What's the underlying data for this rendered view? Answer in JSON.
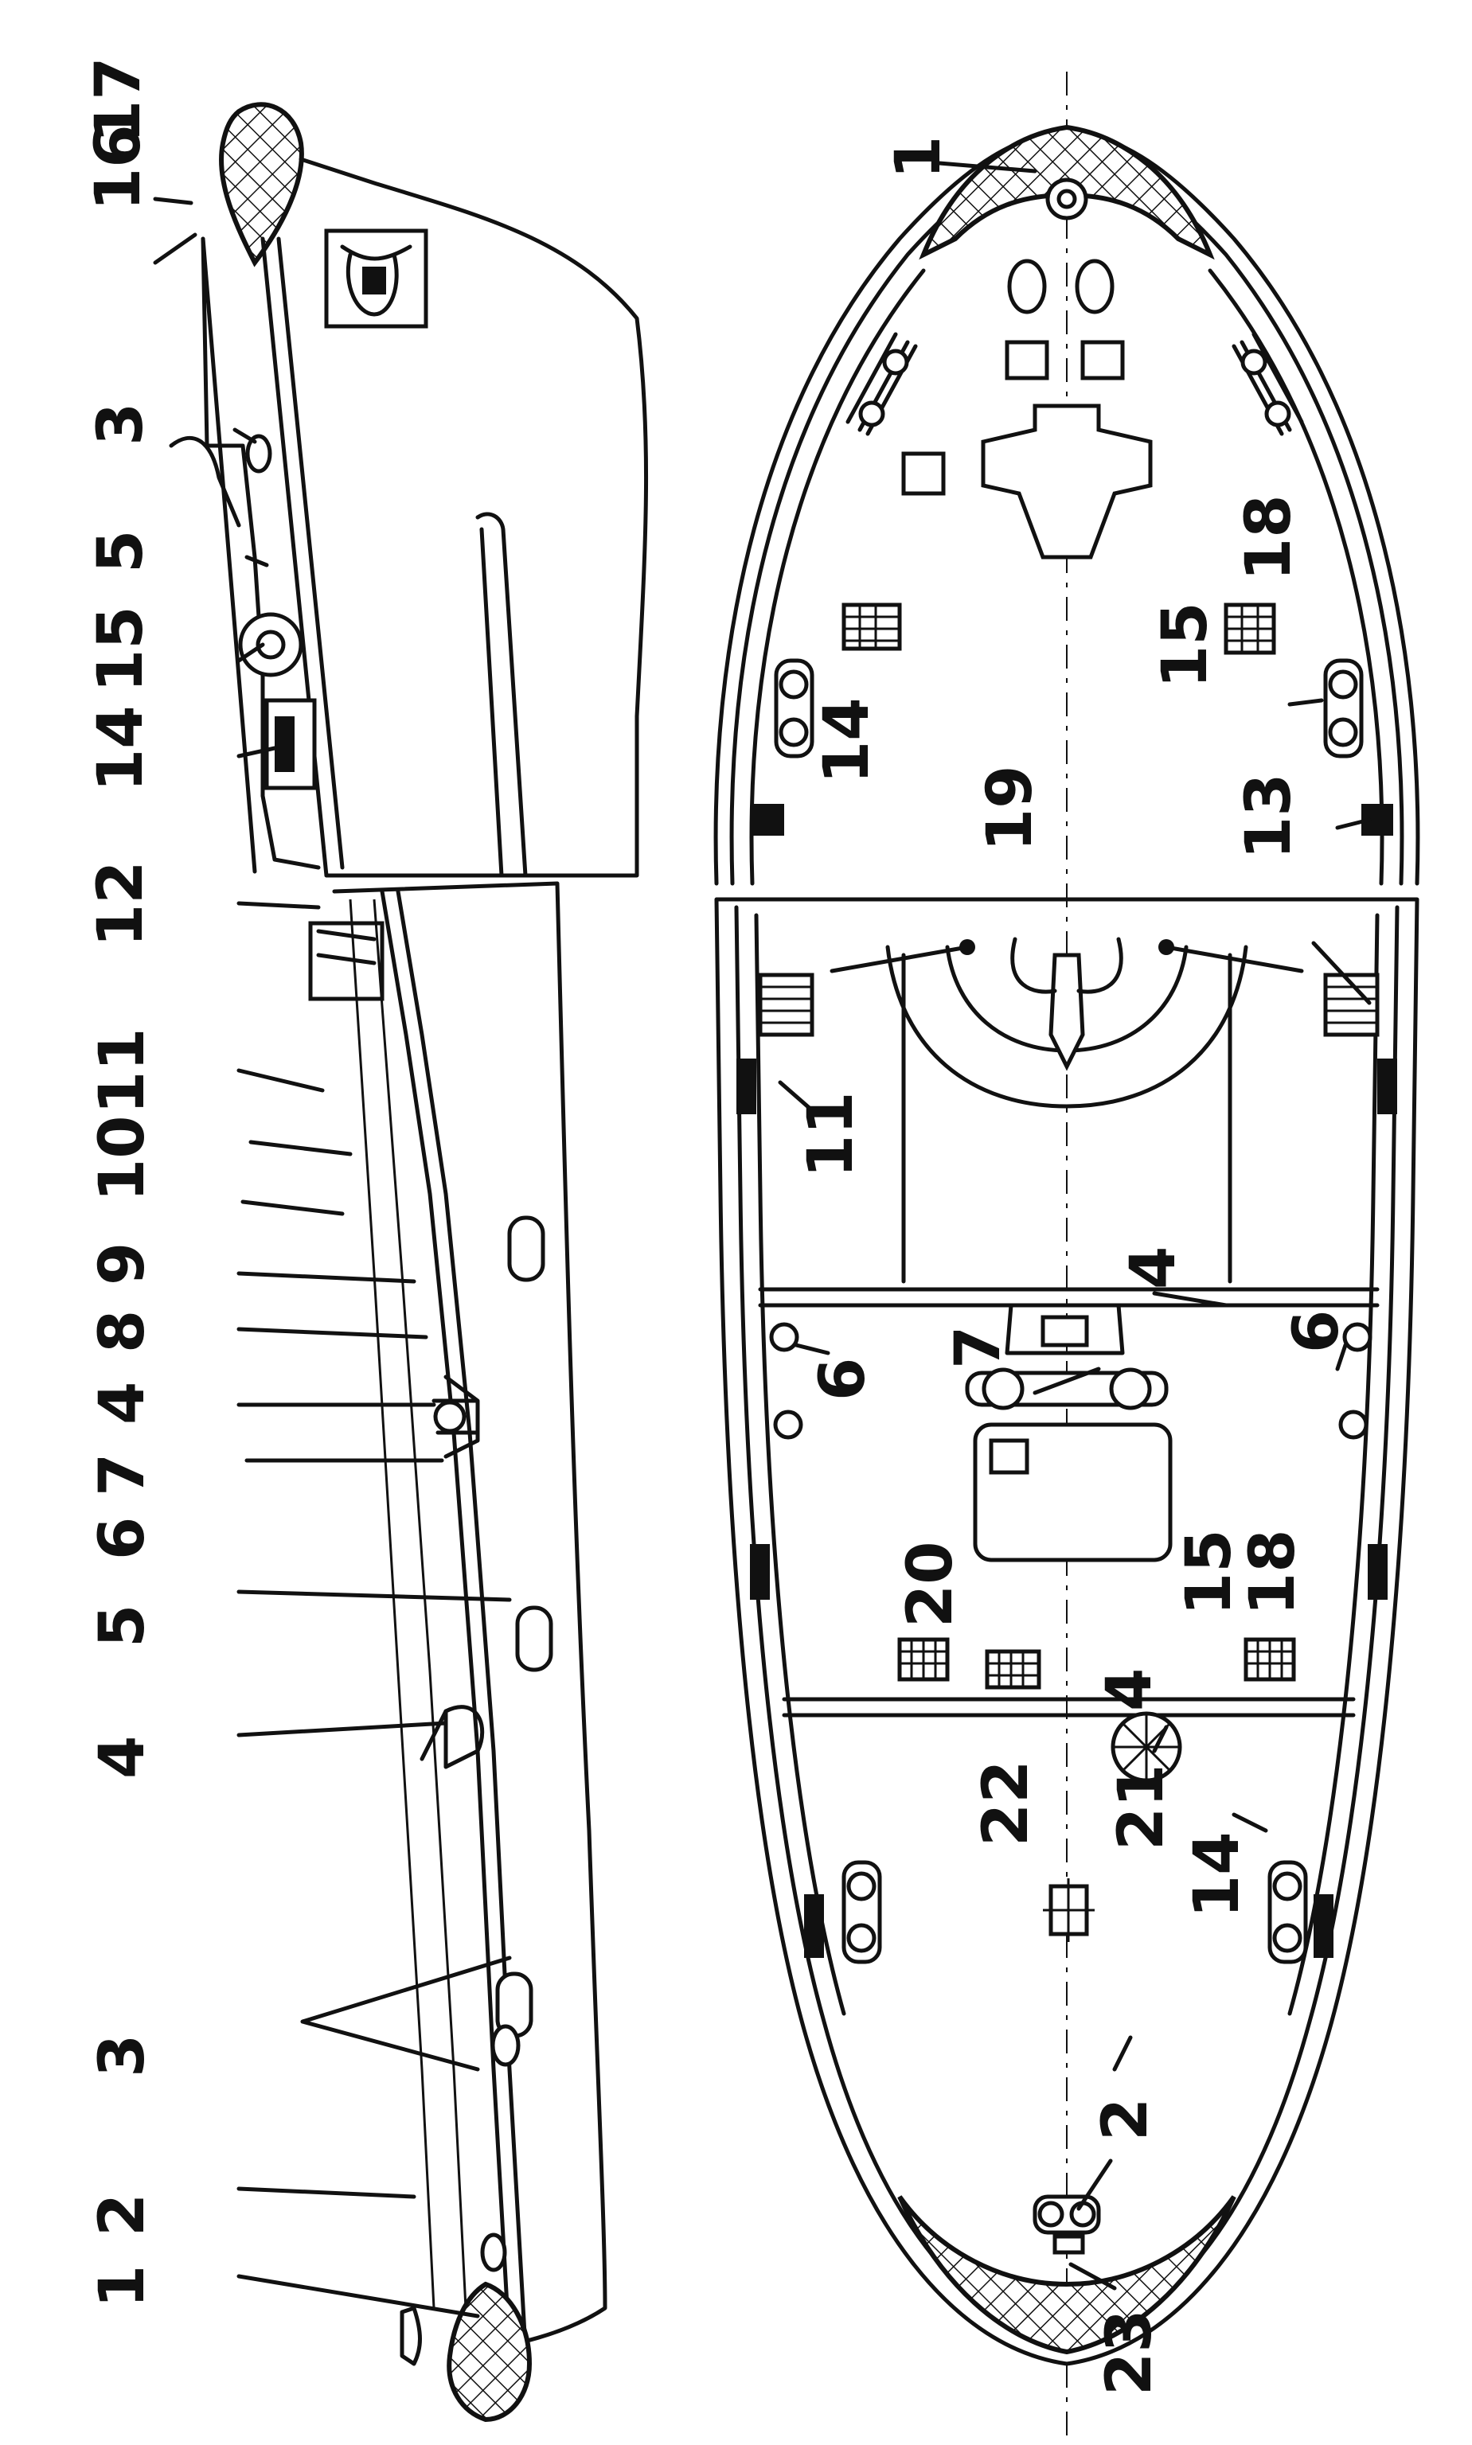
{
  "image": {
    "kind": "ship deck layout drawing (side view and plan view, rotated)"
  },
  "callouts": [
    "1",
    "2",
    "3",
    "4",
    "5",
    "6",
    "7",
    "8",
    "9",
    "10",
    "11",
    "12",
    "13",
    "14",
    "15",
    "16",
    "17",
    "18",
    "19",
    "20",
    "21",
    "22",
    "23"
  ]
}
